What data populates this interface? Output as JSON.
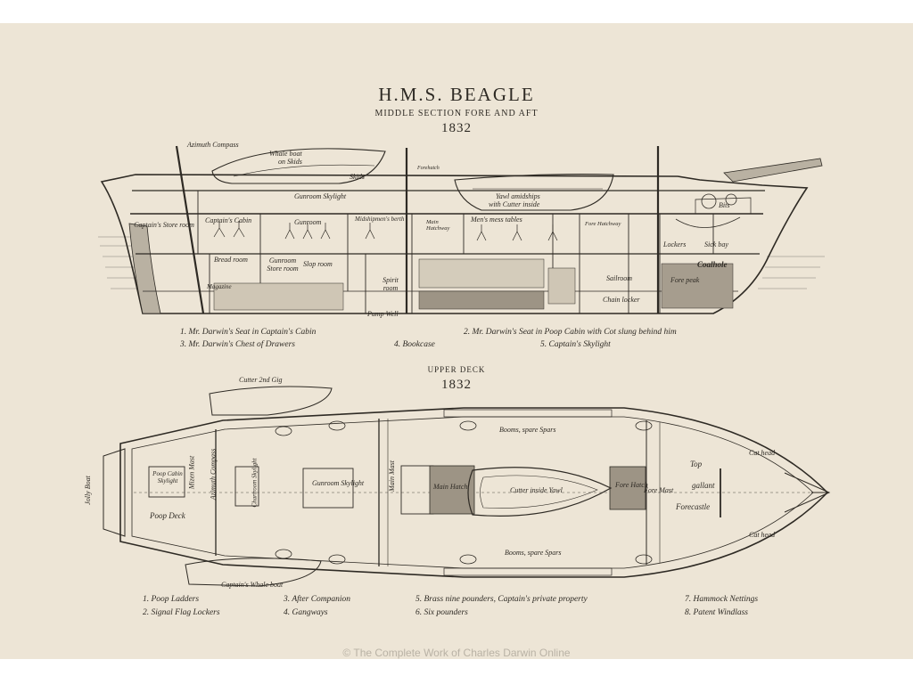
{
  "plate": {
    "title": "H.M.S. BEAGLE",
    "subtitle": "MIDDLE SECTION FORE AND AFT",
    "year_1": "1832",
    "upper_deck_title": "UPPER DECK",
    "year_2": "1832"
  },
  "section_labels": {
    "azimuth_compass": "Azimuth Compass",
    "whale_boat": "Whale boat",
    "on_skids": "on Skids",
    "skids": "Skids",
    "gunroom_skylight": "Gunroom Skylight",
    "forehatch": "Forehatch",
    "yawl_amidships": "Yawl amidships",
    "with_cutter_inside": "with Cutter inside",
    "bits": "Bits",
    "captains_store_room": "Captain's Store room",
    "captains_cabin": "Captain's Cabin",
    "gunroom": "Gunroom",
    "midshipmens_berth": "Midshipmen's berth",
    "mens_mess_tables": "Men's mess tables",
    "main_hatchway": "Main Hatchway",
    "fore_hatchway": "Fore Hatchway",
    "lockers": "Lockers",
    "sick_bay": "Sick bay",
    "bread_room": "Bread room",
    "gunroom_store_room": "Gunroom Store room",
    "slop_room": "Slop room",
    "spirit_room": "Spirit room",
    "coalhole": "Coalhole",
    "sailroom": "Sailroom",
    "chain_locker": "Chain locker",
    "fore_peak": "Fore peak",
    "magazine": "Magazine",
    "pump_well": "Pump Well"
  },
  "section_legend": [
    "1. Mr. Darwin's Seat in Captain's Cabin",
    "2. Mr. Darwin's Seat in Poop Cabin with Cot slung behind him",
    "3. Mr. Darwin's Chest of Drawers",
    "4. Bookcase",
    "5. Captain's Skylight"
  ],
  "deck_labels": {
    "cutter_2nd_gig": "Cutter 2nd Gig",
    "captains_whale_boat": "Captain's Whale boat",
    "jolly_boat": "Jolly Boat",
    "poop_cabin_skylight": "Poop Cabin Skylight",
    "poop_deck": "Poop Deck",
    "azimuth_compass": "Azimuth Compass",
    "mizen_mast": "Mizen Mast",
    "chartroom_skylight": "Chartroom Skylight",
    "gunroom_skylight": "Gunroom Skylight",
    "main_mast": "Main Mast",
    "main_hatch": "Main Hatch",
    "cutter_inside_yawl": "Cutter inside Yawl",
    "fore_hatch": "Fore Hatch",
    "fore_mast": "Fore Mast",
    "booms_spare_spars_top": "Booms, spare Spars",
    "booms_spare_spars_bottom": "Booms, spare Spars",
    "top": "Top",
    "gallant": "gallant",
    "forecastle": "Forecastle",
    "cat_head_top": "Cat head",
    "cat_head_bottom": "Cat head"
  },
  "deck_legend": [
    "1. Poop Ladders",
    "2. Signal Flag Lockers",
    "3. After Companion",
    "4. Gangways",
    "5. Brass nine pounders, Captain's private property",
    "6. Six pounders",
    "7. Hammock Nettings",
    "8. Patent Windlass"
  ],
  "footer": {
    "credit": "© The Complete Work of Charles Darwin Online"
  },
  "colors": {
    "paper": "#ede5d6",
    "ink": "#2e2a24",
    "credit": "#b9b2a5"
  }
}
